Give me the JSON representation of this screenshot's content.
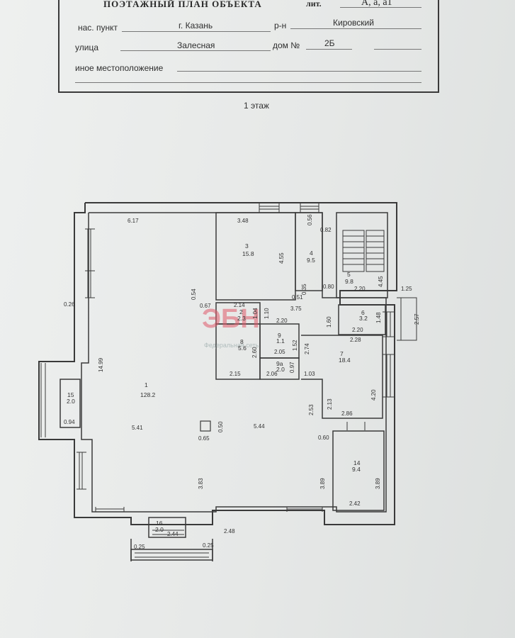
{
  "header": {
    "title": "ПОЭТАЖНЫЙ ПЛАН ОБЪЕКТА",
    "lit_label": "лит.",
    "lit_value": "А, а, а1",
    "locality_label": "нас. пункт",
    "locality_value": "г. Казань",
    "district_label": "р-н",
    "district_value": "Кировский",
    "street_label": "улица",
    "street_value": "Залесная",
    "house_label": "дом №",
    "house_value": "2Б",
    "other_location_label": "иное местоположение"
  },
  "floor_title": "1 этаж",
  "watermark": {
    "logo": "ЭБН",
    "text": "Федеральная сеть"
  },
  "rooms": {
    "r1": {
      "num": "1",
      "area": "128.2"
    },
    "r2": {
      "num": "2",
      "area": "2.3"
    },
    "r3": {
      "num": "3",
      "area": "15.8"
    },
    "r4": {
      "num": "4",
      "area": "9.5"
    },
    "r5": {
      "num": "5",
      "area": "9.8"
    },
    "r6": {
      "num": "6",
      "area": "3.2"
    },
    "r7": {
      "num": "7",
      "area": "18.4"
    },
    "r8": {
      "num": "8",
      "area": "5.6"
    },
    "r9": {
      "num": "9",
      "area": "1.1"
    },
    "r9a": {
      "num": "9а",
      "area": "2.0"
    },
    "r14": {
      "num": "14",
      "area": "9.4"
    },
    "r15": {
      "num": "15",
      "area": "2.0"
    },
    "r16": {
      "num": "16",
      "area": "2.0"
    }
  },
  "dims": {
    "d617": "6.17",
    "d348": "3.48",
    "d056": "0.56",
    "d082": "0.82",
    "d455": "4.55",
    "d445": "4.45",
    "d080": "0.80",
    "d220a": "2.20",
    "d125": "1.25",
    "d026": "0.26",
    "d054": "0.54",
    "d067": "0.67",
    "d214": "2.14",
    "d104": "1.04",
    "d110": "1.10",
    "d051": "0.51",
    "d035": "0.35",
    "d375": "3.75",
    "d160": "1.60",
    "d148": "1.48",
    "d257": "2.57",
    "d220b": "2.20",
    "d220c": "2.20",
    "d228": "2.28",
    "d1499": "14.99",
    "d260": "2.60",
    "d152": "1.52",
    "d274": "2.74",
    "d205": "2.05",
    "d097": "0.97",
    "d206": "2.06",
    "d215": "2.15",
    "d103": "1.03",
    "d420": "4.20",
    "d253": "2.53",
    "d213": "2.13",
    "d286": "2.86",
    "d094": "0.94",
    "d541": "5.41",
    "d050": "0.50",
    "d544": "5.44",
    "d065": "0.65",
    "d060": "0.60",
    "d383": "3.83",
    "d389a": "3.89",
    "d389b": "3.89",
    "d242": "2.42",
    "d244": "2.44",
    "d248": "2.48",
    "d025a": "0.25",
    "d025b": "0.25"
  }
}
